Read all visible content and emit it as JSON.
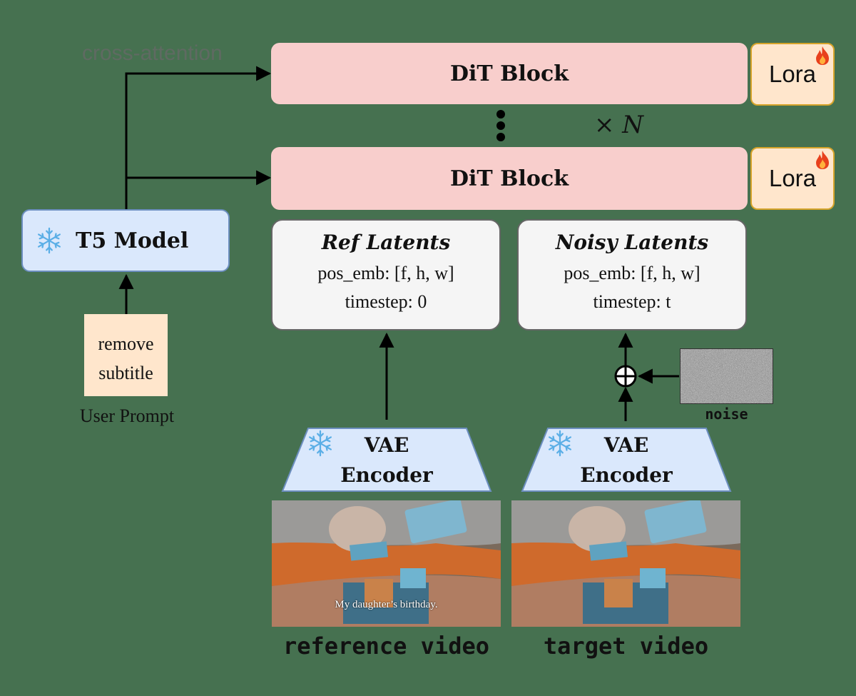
{
  "dit_blocks": [
    {
      "label": "DiT Block",
      "lora": "Lora"
    },
    {
      "label": "DiT Block",
      "lora": "Lora"
    }
  ],
  "repeat_label": "× N",
  "cross_attention_label": "cross-attention",
  "t5": {
    "label": "T5 Model",
    "icon": "snowflake-icon"
  },
  "prompt": {
    "line1": "remove",
    "line2": "subtitle",
    "caption": "User Prompt"
  },
  "ref_latents": {
    "title": "Ref Latents",
    "pos_emb": "pos_emb: [f, h, w]",
    "timestep": "timestep: 0"
  },
  "noisy_latents": {
    "title": "Noisy Latents",
    "pos_emb": "pos_emb: [f, h, w]",
    "timestep": "timestep: t"
  },
  "noise_label": "noise",
  "vae": [
    {
      "line1": "VAE",
      "line2": "Encoder",
      "icon": "snowflake-icon"
    },
    {
      "line1": "VAE",
      "line2": "Encoder",
      "icon": "snowflake-icon"
    }
  ],
  "videos": {
    "reference_caption": "reference video",
    "target_caption": "target video",
    "subtitle_text": "My daughter’s birthday."
  },
  "colors": {
    "background": "#467150",
    "dit_fill": "#f8cecc",
    "lora_fill": "#ffe6cc",
    "t5_fill": "#dae8fc",
    "latent_fill": "#f5f5f5",
    "snowflake": "#5aaee6",
    "flame": "#e8401c"
  }
}
